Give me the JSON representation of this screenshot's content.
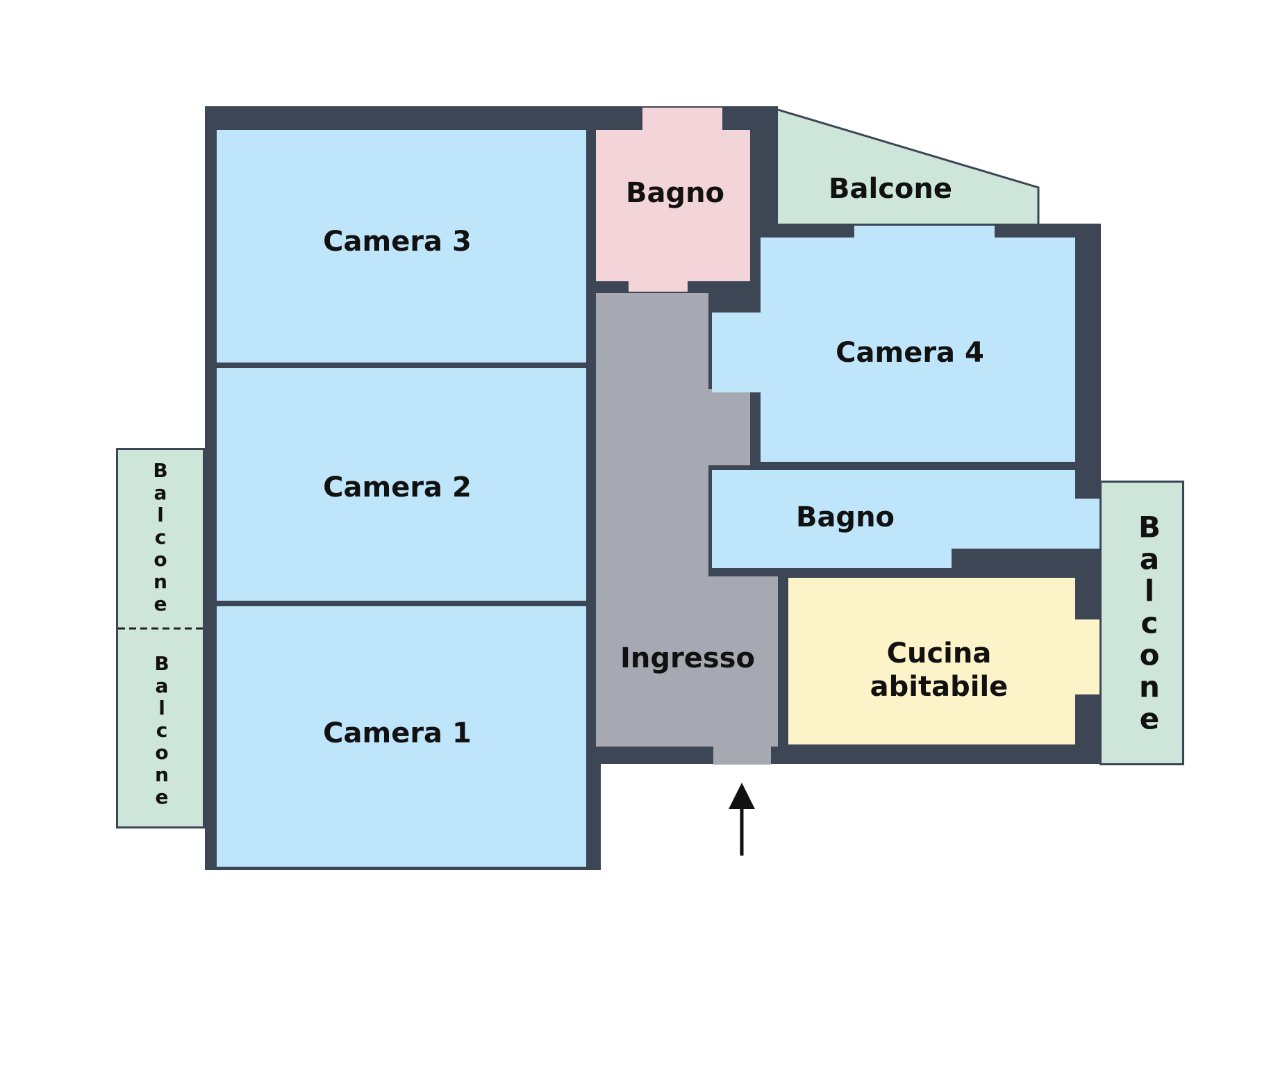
{
  "colors": {
    "wall": "#3d4655",
    "bedroom": "#bfe5fa",
    "bathroom_pink": "#f3d4d8",
    "balcony": "#cde6d9",
    "hall": "#a6a9b1",
    "kitchen": "#fdf3c9",
    "arrow": "#111111"
  },
  "rooms": {
    "camera3": "Camera 3",
    "camera2": "Camera 2",
    "camera1": "Camera 1",
    "camera4": "Camera 4",
    "bagno_top": "Bagno",
    "bagno_mid": "Bagno",
    "balcone_top": "Balcone",
    "ingresso": "Ingresso",
    "cucina_line1": "Cucina",
    "cucina_line2": "abitabile",
    "balcone_left_upper": [
      "B",
      "a",
      "l",
      "c",
      "o",
      "n",
      "e"
    ],
    "balcone_left_lower": [
      "B",
      "a",
      "l",
      "c",
      "o",
      "n",
      "e"
    ],
    "balcone_right": [
      "B",
      "a",
      "l",
      "c",
      "o",
      "n",
      "e"
    ]
  }
}
